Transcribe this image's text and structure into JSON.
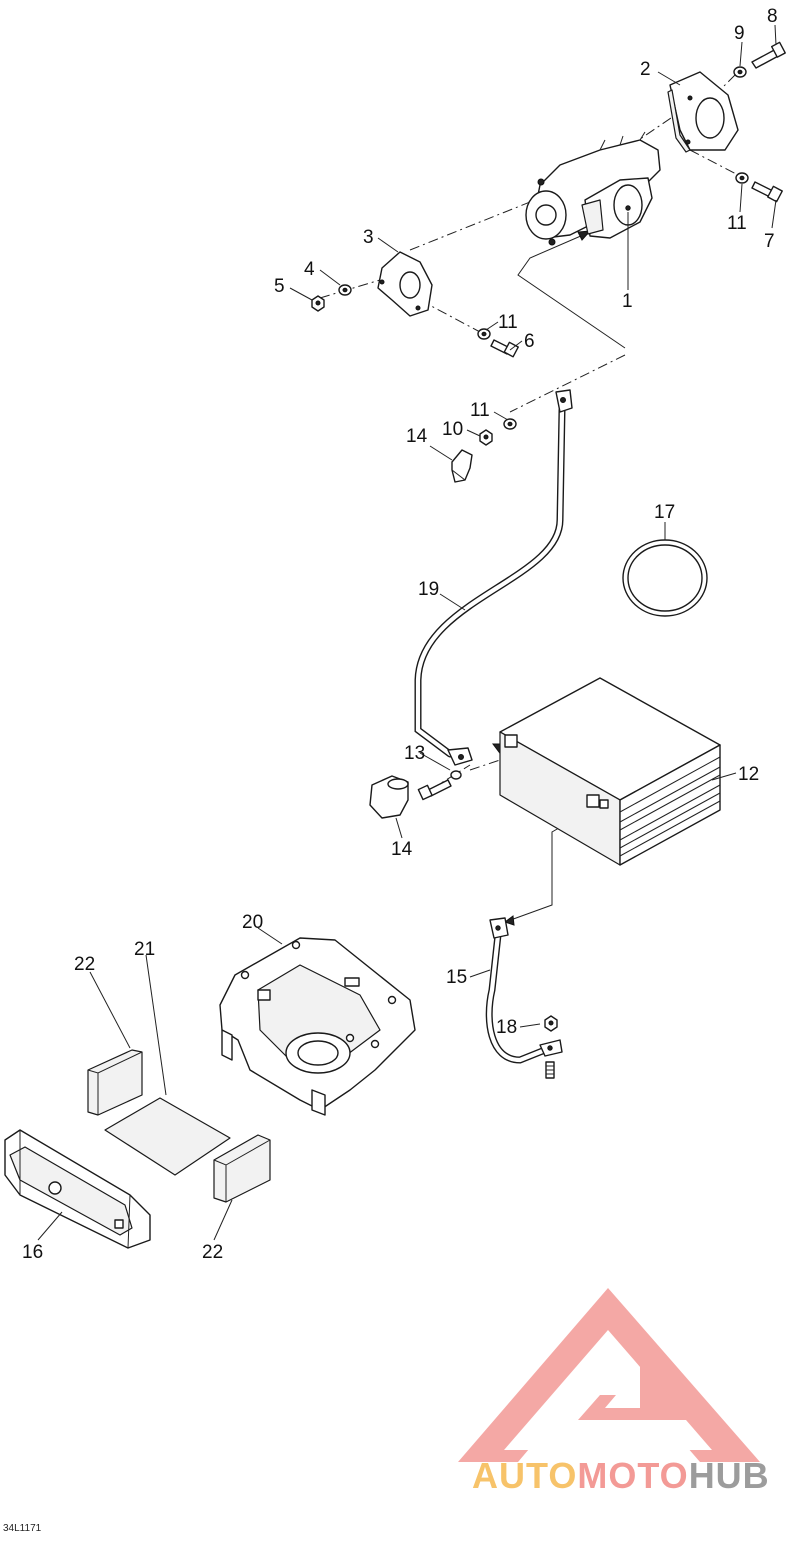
{
  "diagram": {
    "reference_code": "34L1171",
    "callouts": {
      "p1": "1",
      "p2": "2",
      "p3": "3",
      "p4": "4",
      "p5": "5",
      "p6": "6",
      "p7": "7",
      "p8": "8",
      "p9": "9",
      "p10": "10",
      "p11a": "11",
      "p11b": "11",
      "p11c": "11",
      "p12": "12",
      "p13": "13",
      "p14a": "14",
      "p14b": "14",
      "p15": "15",
      "p16": "16",
      "p17": "17",
      "p18": "18",
      "p19": "19",
      "p20": "20",
      "p21": "21",
      "p22a": "22",
      "p22b": "22"
    }
  },
  "watermark": {
    "word_1": "AUTO",
    "word_2": "MOTO",
    "word_3": "HUB",
    "colors": {
      "auto": "#f7c36a",
      "moto": "#f39a96",
      "hub": "#9c9c9c",
      "triangle": "#f39a96"
    }
  }
}
